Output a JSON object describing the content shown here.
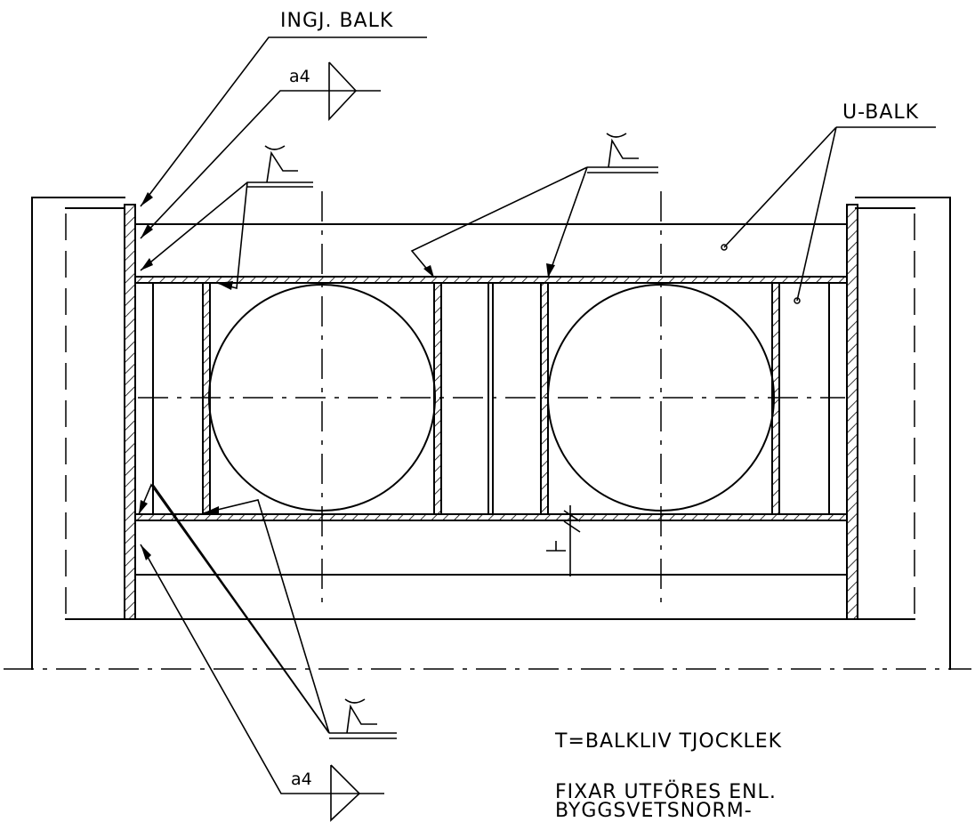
{
  "labels": {
    "ingj_balk": "INGJ. BALK",
    "u_balk": "U-BALK",
    "a4_top": "a4",
    "a4_bottom": "a4",
    "note_t": "T=BALKLIV TJOCKLEK",
    "note_fixar_1": "FIXAR UTFÖRES ENL.",
    "note_fixar_2": "BYGGSVETSNORM-",
    "dim_t": "T"
  }
}
